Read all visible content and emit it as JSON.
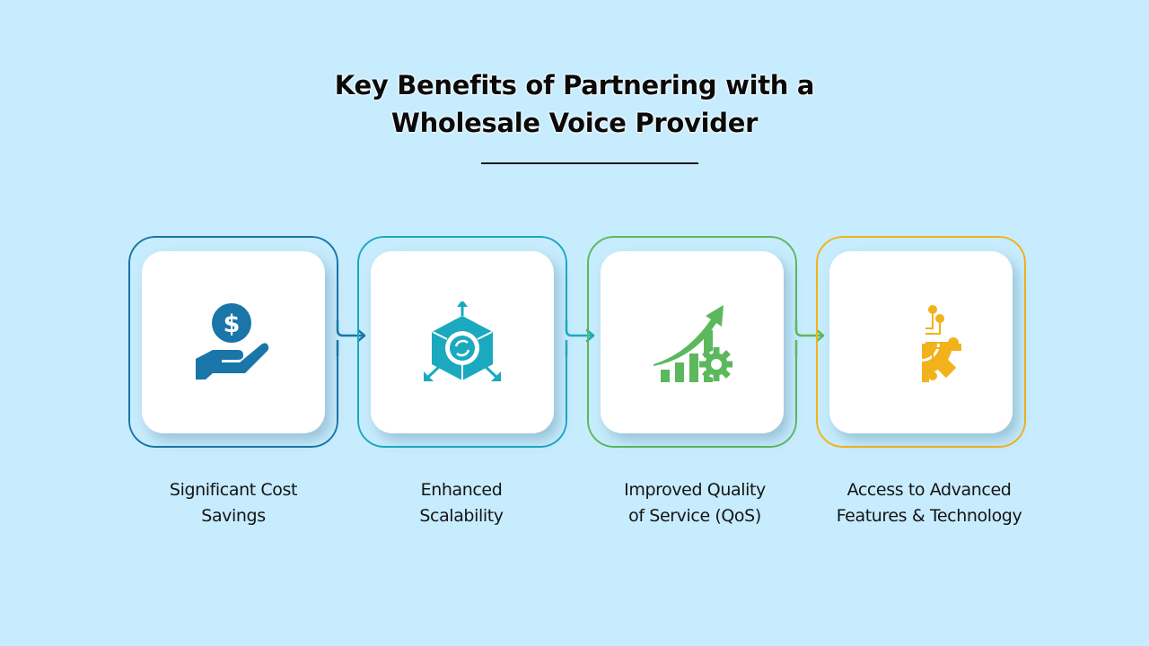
{
  "header": {
    "title_line1": "Key Benefits of Partnering with a",
    "title_line2": "Wholesale Voice Provider"
  },
  "steps": [
    {
      "label_line1": "Significant Cost",
      "label_line2": "Savings",
      "icon": "money-hand-icon",
      "color": "#1a75a8"
    },
    {
      "label_line1": "Enhanced",
      "label_line2": "Scalability",
      "icon": "scalability-cube-icon",
      "color": "#1aa9bf"
    },
    {
      "label_line1": "Improved Quality",
      "label_line2": "of Service (QoS)",
      "icon": "growth-gear-icon",
      "color": "#5cb85c"
    },
    {
      "label_line1": "Access to Advanced",
      "label_line2": "Features & Technology",
      "icon": "tech-gear-circuit-icon",
      "color": "#f2b21b"
    }
  ],
  "colors": {
    "background": "#c7ecfd",
    "step1": "#1a75a8",
    "step2": "#1aa9bf",
    "step3": "#5cb85c",
    "step4": "#f2b21b"
  }
}
